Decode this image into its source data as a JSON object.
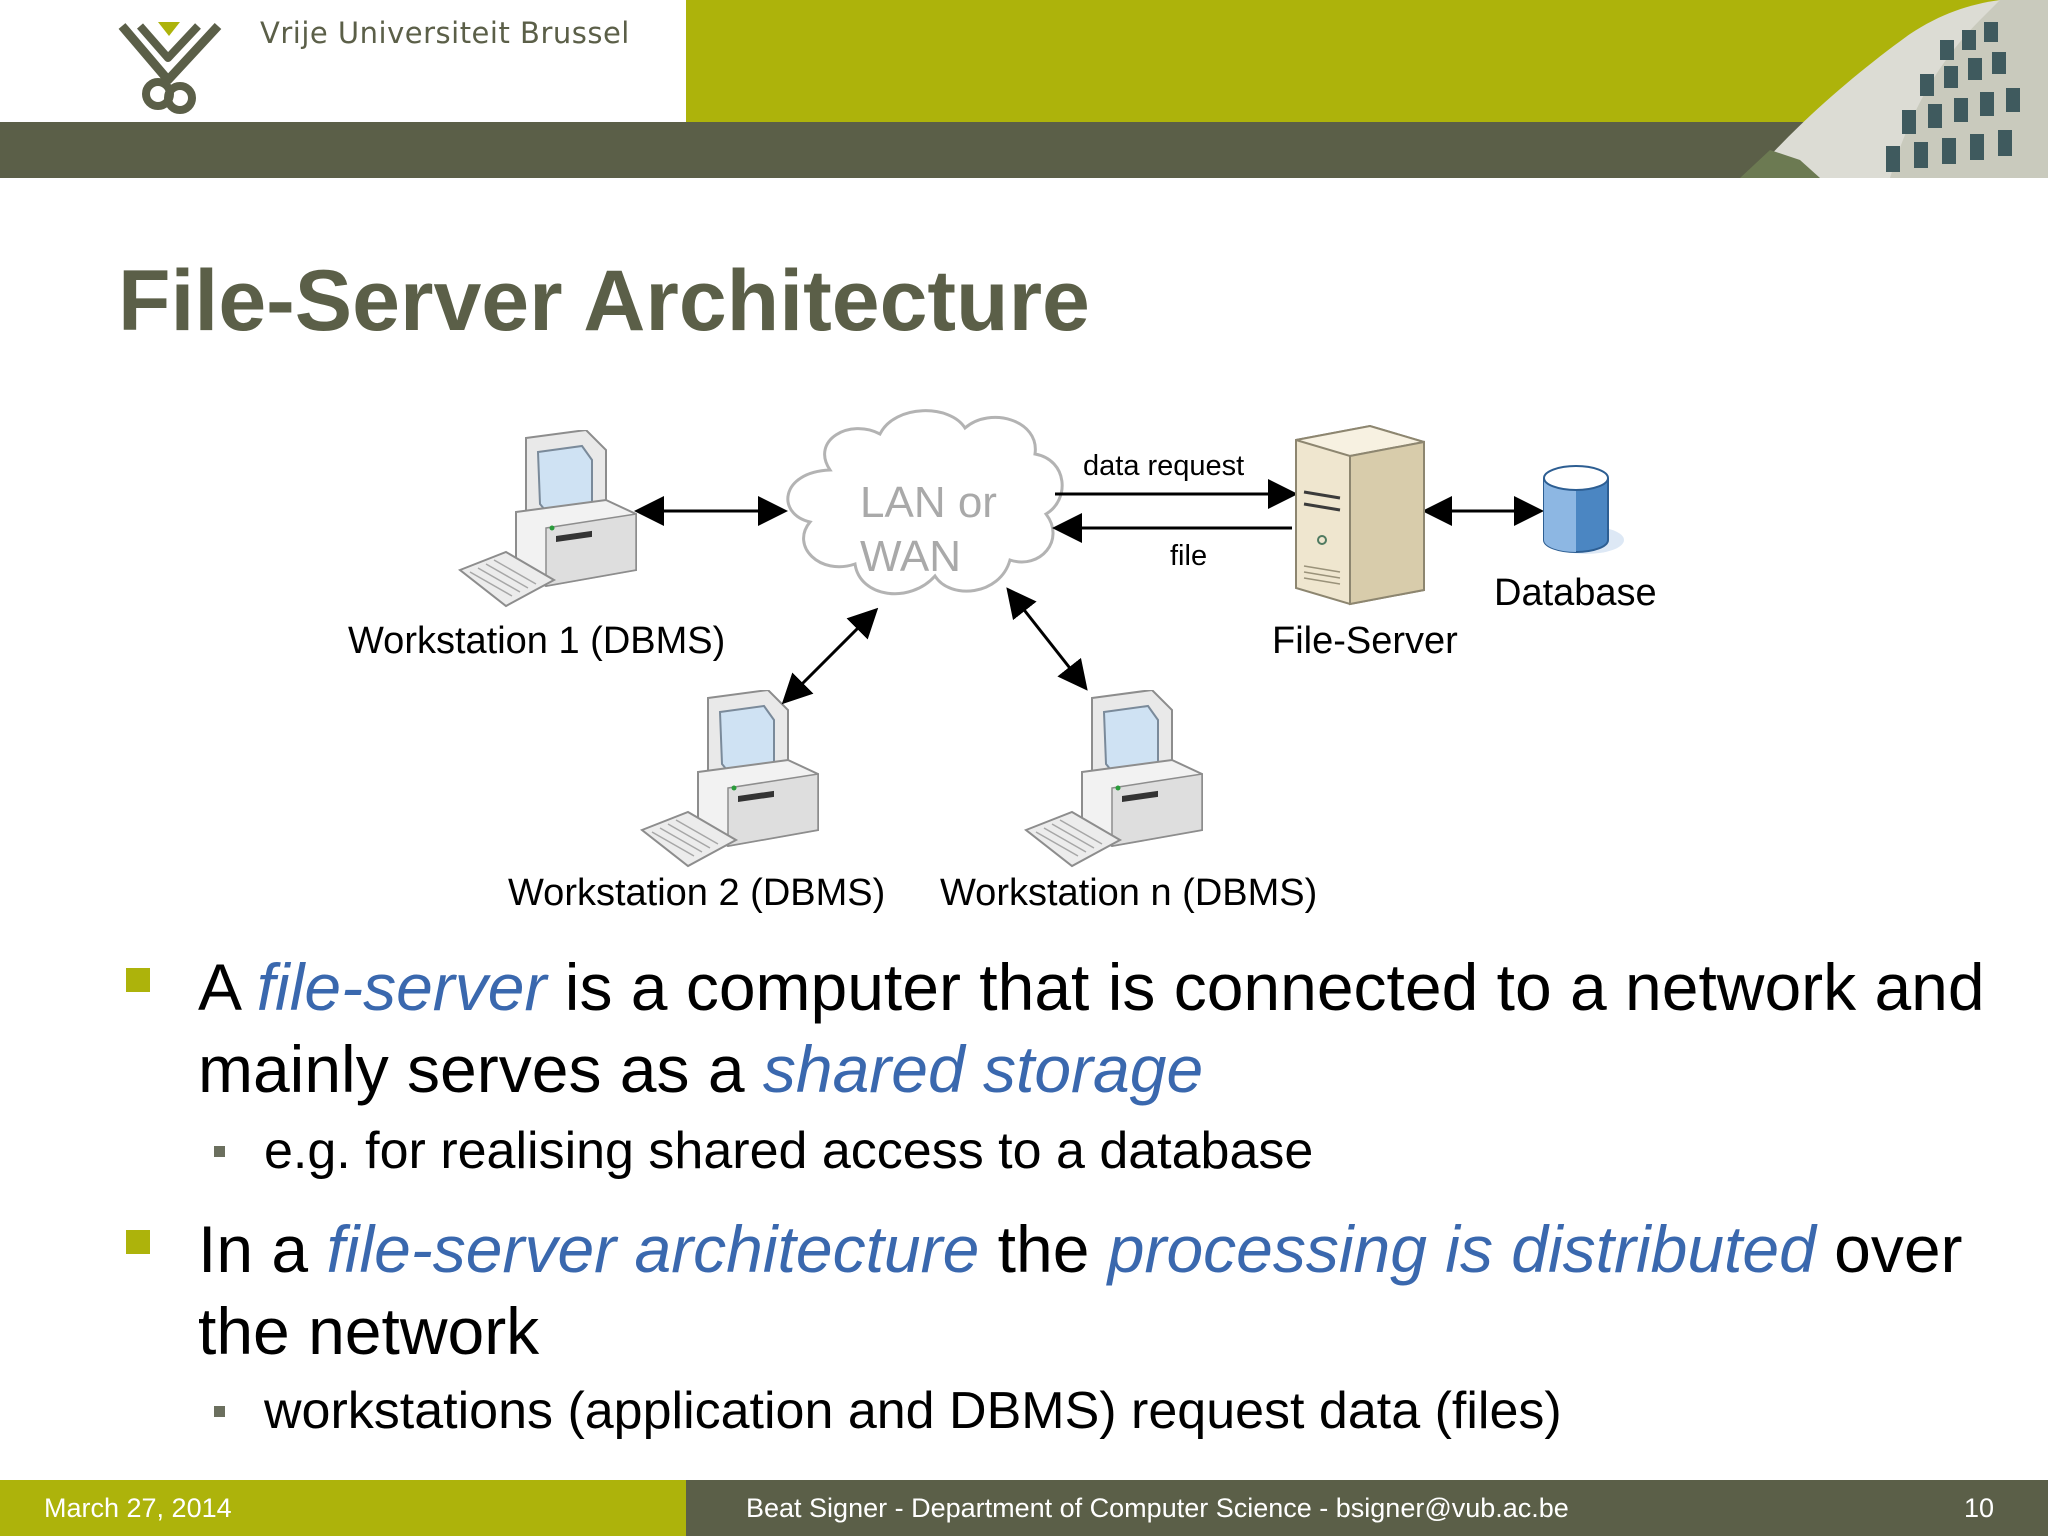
{
  "header": {
    "university_name": "Vrije Universiteit Brussel"
  },
  "slide": {
    "title": "File-Server Architecture"
  },
  "diagram": {
    "cloud_line1": "LAN or",
    "cloud_line2": "WAN",
    "arrow_request_label": "data request",
    "arrow_file_label": "file",
    "workstation1_label": "Workstation 1 (DBMS)",
    "workstation2_label": "Workstation 2 (DBMS)",
    "workstationn_label": "Workstation n (DBMS)",
    "fileserver_label": "File-Server",
    "database_label": "Database"
  },
  "bullets": {
    "b1": {
      "p1": "A ",
      "h1": "file-server",
      "p2": " is a computer that is connected to a network and mainly serves as a ",
      "h2": "shared storage"
    },
    "b1_sub": "e.g. for realising shared access to a database",
    "b2": {
      "p1": "In a ",
      "h1": "file-server architecture",
      "p2": " the ",
      "h2": "processing is distributed",
      "p3": " over the network"
    },
    "b2_sub": "workstations (application and DBMS) request data (files)"
  },
  "footer": {
    "date": "March 27, 2014",
    "center": "Beat Signer - Department of Computer Science - bsigner@vub.ac.be",
    "page": "10"
  },
  "colors": {
    "olive": "#adb30b",
    "dark_olive": "#5b5f48",
    "highlight_blue": "#3a68ae"
  },
  "icons": [
    "vub-logo-icon",
    "building-photo",
    "workstation-icon",
    "server-icon",
    "database-icon",
    "cloud-icon"
  ]
}
